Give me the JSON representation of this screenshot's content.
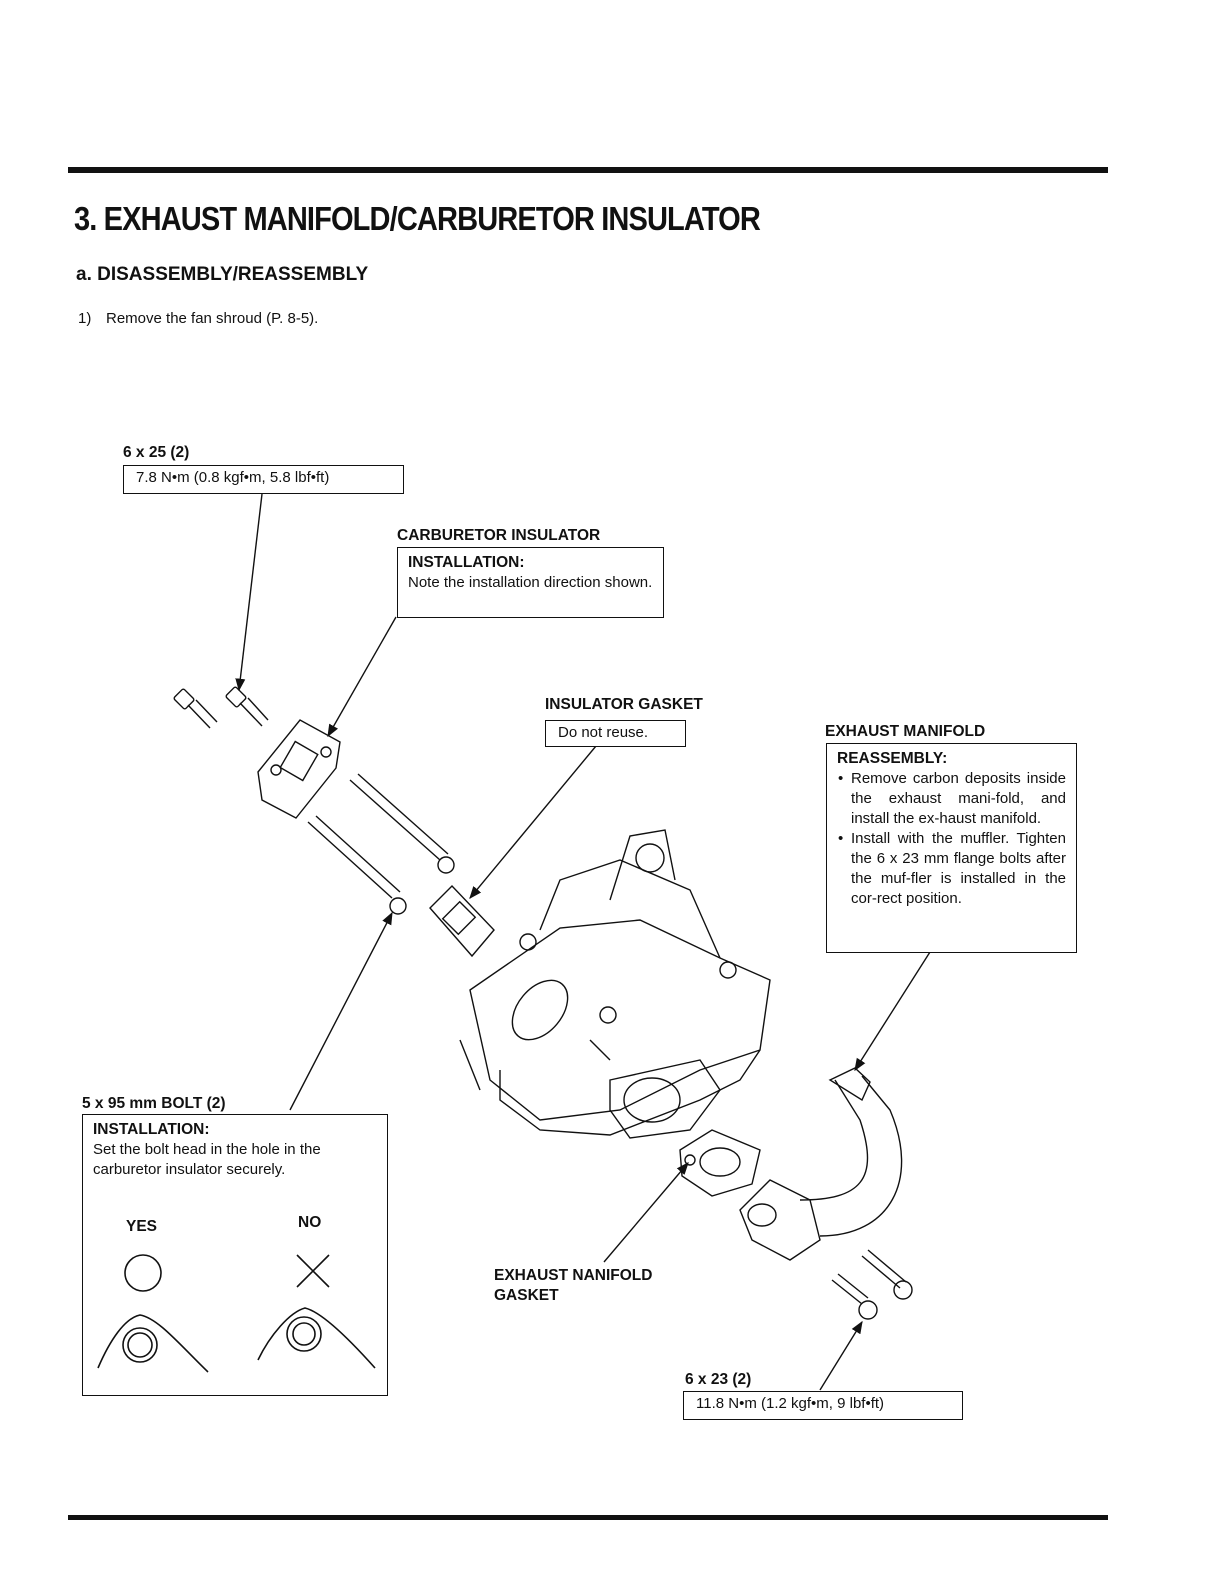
{
  "header": {
    "title": "3. EXHAUST MANIFOLD/CARBURETOR INSULATOR",
    "subtitle": "a. DISASSEMBLY/REASSEMBLY"
  },
  "steps": [
    {
      "number": "1)",
      "text": "Remove the fan shroud (P. 8-5)."
    }
  ],
  "callouts": {
    "bolt_6x25": {
      "label": "6 x 25 (2)",
      "torque": "7.8 N•m (0.8 kgf•m, 5.8 lbf•ft)"
    },
    "carburetor_insulator": {
      "label": "CARBURETOR INSULATOR",
      "heading": "INSTALLATION:",
      "text": "Note the installation direction shown."
    },
    "insulator_gasket": {
      "label": "INSULATOR GASKET",
      "note": "Do not reuse."
    },
    "exhaust_manifold": {
      "label": "EXHAUST MANIFOLD",
      "heading": "REASSEMBLY:",
      "bullets": [
        "Remove carbon deposits inside the exhaust mani-fold, and install the ex-haust manifold.",
        "Install with the muffler. Tighten the 6 x 23 mm flange bolts after the muf-fler is installed in the cor-rect position."
      ]
    },
    "bolt_5x95": {
      "label": "5 x 95 mm BOLT (2)",
      "heading": "INSTALLATION:",
      "text": "Set the bolt head in the hole in the carburetor insulator securely.",
      "yes_label": "YES",
      "no_label": "NO"
    },
    "exhaust_gasket": {
      "label_line1": "EXHAUST NANIFOLD",
      "label_line2": "GASKET"
    },
    "bolt_6x23": {
      "label": "6 x 23 (2)",
      "torque": "11.8 N•m (1.2 kgf•m, 9 lbf•ft)"
    }
  }
}
